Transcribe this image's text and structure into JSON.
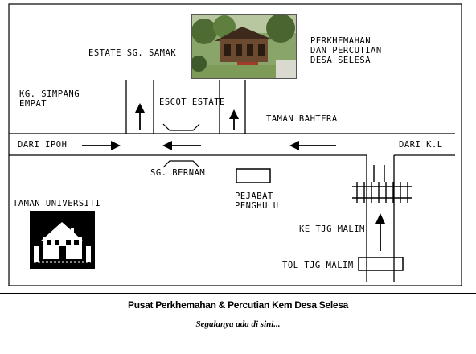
{
  "map": {
    "labels": {
      "estate_sg_samak": "ESTATE SG. SAMAK",
      "perkhemahan": "PERKHEMAHAN\nDAN PERCUTIAN\nDESA SELESA",
      "kg_simpang_empat": "KG. SIMPANG\nEMPAT",
      "escot_estate": "ESCOT ESTATE",
      "taman_bahtera": "TAMAN BAHTERA",
      "dari_ipoh": "DARI IPOH",
      "dari_kl": "DARI K.L",
      "sg_bernam": "SG. BERNAM",
      "pejabat_penghulu": "PEJABAT\nPENGHULU",
      "taman_universiti": "TAMAN UNIVERSITI",
      "ke_tjg_malim": "KE TJG MALIM",
      "tol_tjg_malim": "TOL TJG MALIM"
    },
    "colors": {
      "line": "#000000",
      "background": "#ffffff",
      "foliage": "#6f8f4a",
      "hut": "#5b3a26"
    }
  },
  "footer": {
    "title": "Pusat Perkhemahan & Percutian Kem Desa Selesa",
    "tagline": "Segalanya ada di sini..."
  }
}
